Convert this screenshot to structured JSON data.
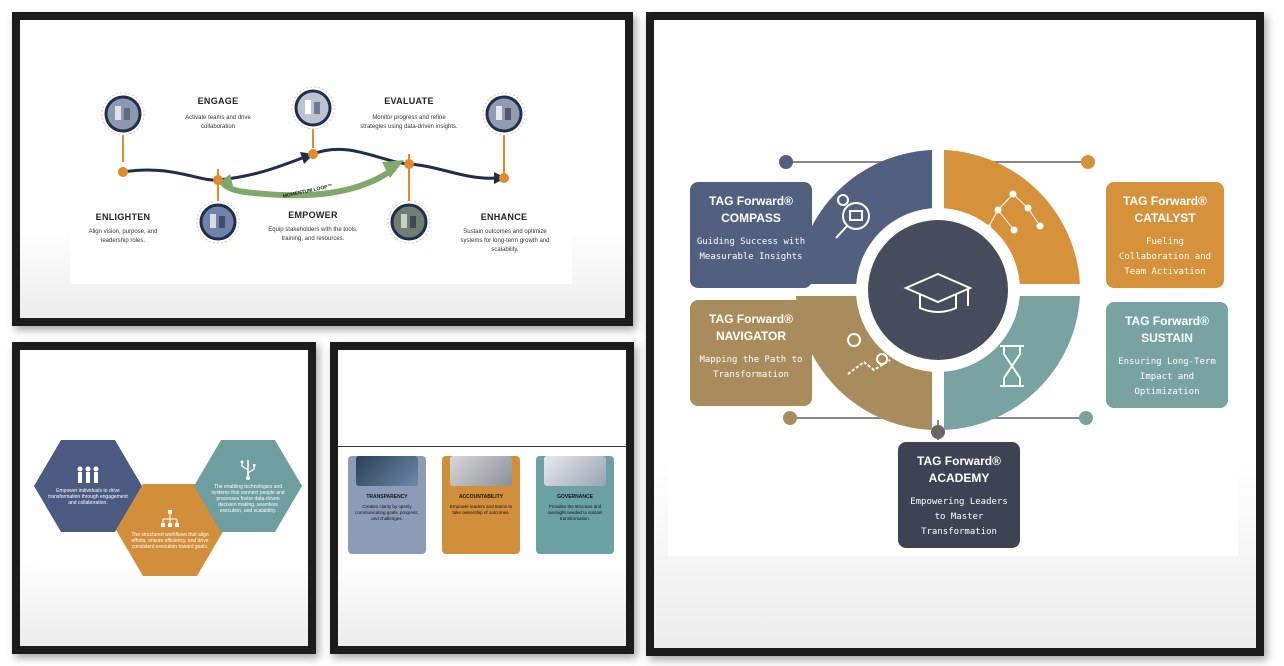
{
  "flow": {
    "steps": [
      {
        "title": "ENGAGE",
        "desc": "Activate teams and drive collaboration"
      },
      {
        "title": "EVALUATE",
        "desc": "Monitor progress and refine strategies using data-driven insights."
      },
      {
        "title": "ENLIGHTEN",
        "desc": "Align vision, purpose, and leadership roles."
      },
      {
        "title": "EMPOWER",
        "desc": "Equip stakeholders with the tools, training, and resources."
      },
      {
        "title": "ENHANCE",
        "desc": "Sustain outcomes and optimize systems for long-term growth and scalability."
      }
    ],
    "loop_label": "MOMENTUM LOOP™",
    "colors": {
      "arrow": "#1f2d4f",
      "loop": "#7fa96a",
      "node": "#e08a2a"
    }
  },
  "hexes": [
    {
      "icon": "people-icon",
      "text": "Empower individuals to drive transformation through engagement and collaboration.",
      "color": "#4a5a80"
    },
    {
      "icon": "hierarchy-icon",
      "text": "The structured workflows that align efforts, ensure efficiency, and drive consistent execution toward goals.",
      "color": "#d28f3b"
    },
    {
      "icon": "usb-icon",
      "text": "The enabling technologies and systems that connect people and processes foster data-driven decision making, seamless execution, and scalability.",
      "color": "#6e9ea0"
    }
  ],
  "pillars": [
    {
      "title": "TRANSPARENCY",
      "desc": "Creates clarity by openly communicating goals, progress, and challenges.",
      "color": "#8c9cb8"
    },
    {
      "title": "ACCOUNTABILITY",
      "desc": "Empower leaders and teams to take ownership of outcomes.",
      "color": "#d28f3b"
    },
    {
      "title": "GOVERNANCE",
      "desc": "Provides the structure and oversight needed to sustain transformation.",
      "color": "#6aa1a4"
    }
  ],
  "wheel": {
    "brand": "TAG Forward®",
    "center_icon": "graduation-cap-icon",
    "segments": [
      {
        "name": "COMPASS",
        "desc": "Guiding Success with Measurable Insights",
        "color": "#51607f",
        "icon": "magnifier-gear-icon"
      },
      {
        "name": "CATALYST",
        "desc": "Fueling Collaboration and Team Activation",
        "color": "#d6923b",
        "icon": "network-people-icon"
      },
      {
        "name": "NAVIGATOR",
        "desc": "Mapping the Path to Transformation",
        "color": "#a88c5c",
        "icon": "map-pins-icon"
      },
      {
        "name": "SUSTAIN",
        "desc": "Ensuring Long-Term Impact and Optimization",
        "color": "#78a3a2",
        "icon": "hourglass-icon"
      },
      {
        "name": "ACADEMY",
        "desc": "Empowering Leaders to Master Transformation",
        "color": "#3d4352"
      }
    ]
  }
}
